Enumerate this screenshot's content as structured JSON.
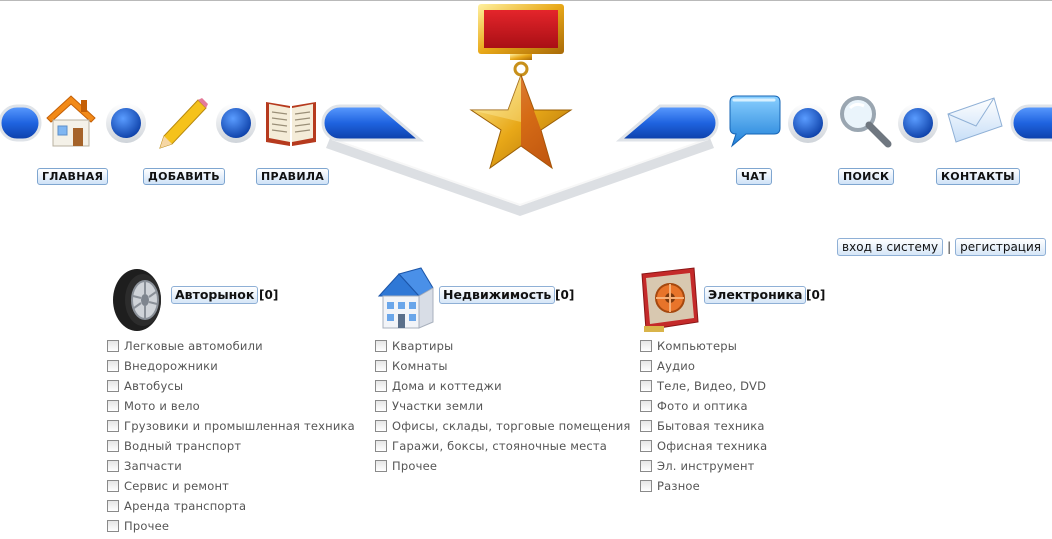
{
  "nav": {
    "left": [
      {
        "label": "ГЛАВНАЯ",
        "icon": "house-icon"
      },
      {
        "label": "ДОБАВИТЬ",
        "icon": "pencil-icon"
      },
      {
        "label": "ПРАВИЛА",
        "icon": "book-icon"
      }
    ],
    "right": [
      {
        "label": "ЧАТ",
        "icon": "chat-bubble-icon"
      },
      {
        "label": "ПОИСК",
        "icon": "magnifier-icon"
      },
      {
        "label": "КОНТАКТЫ",
        "icon": "envelope-icon"
      }
    ]
  },
  "logo": {
    "icon": "gold-star-medal-icon"
  },
  "auth": {
    "login": "вход в систему",
    "separator": "|",
    "register": "регистрация"
  },
  "categories": [
    {
      "title": "Авторынок",
      "count": "[0]",
      "icon": "car-tire-icon",
      "items": [
        "Легковые автомобили",
        "Внедорожники",
        "Автобусы",
        "Мото и вело",
        "Грузовики и промышленная техника",
        "Водный транспорт",
        "Запчасти",
        "Сервис и ремонт",
        "Аренда транспорта",
        "Прочее"
      ]
    },
    {
      "title": "Недвижимость",
      "count": "[0]",
      "icon": "building-icon",
      "items": [
        "Квартиры",
        "Комнаты",
        "Дома и коттеджи",
        "Участки земли",
        "Офисы, склады, торговые помещения",
        "Гаражи, боксы, стояночные места",
        "Прочее"
      ]
    },
    {
      "title": "Электроника",
      "count": "[0]",
      "icon": "video-card-icon",
      "items": [
        "Компьютеры",
        "Аудио",
        "Теле, Видео, DVD",
        "Фото и оптика",
        "Бытовая техника",
        "Офисная техника",
        "Эл. инструмент",
        "Разное"
      ]
    }
  ],
  "colors": {
    "nav_blue": "#1a5fd6",
    "label_border": "#7fa6d0",
    "medal_red": "#c8161e",
    "gold": "#e8a818"
  }
}
